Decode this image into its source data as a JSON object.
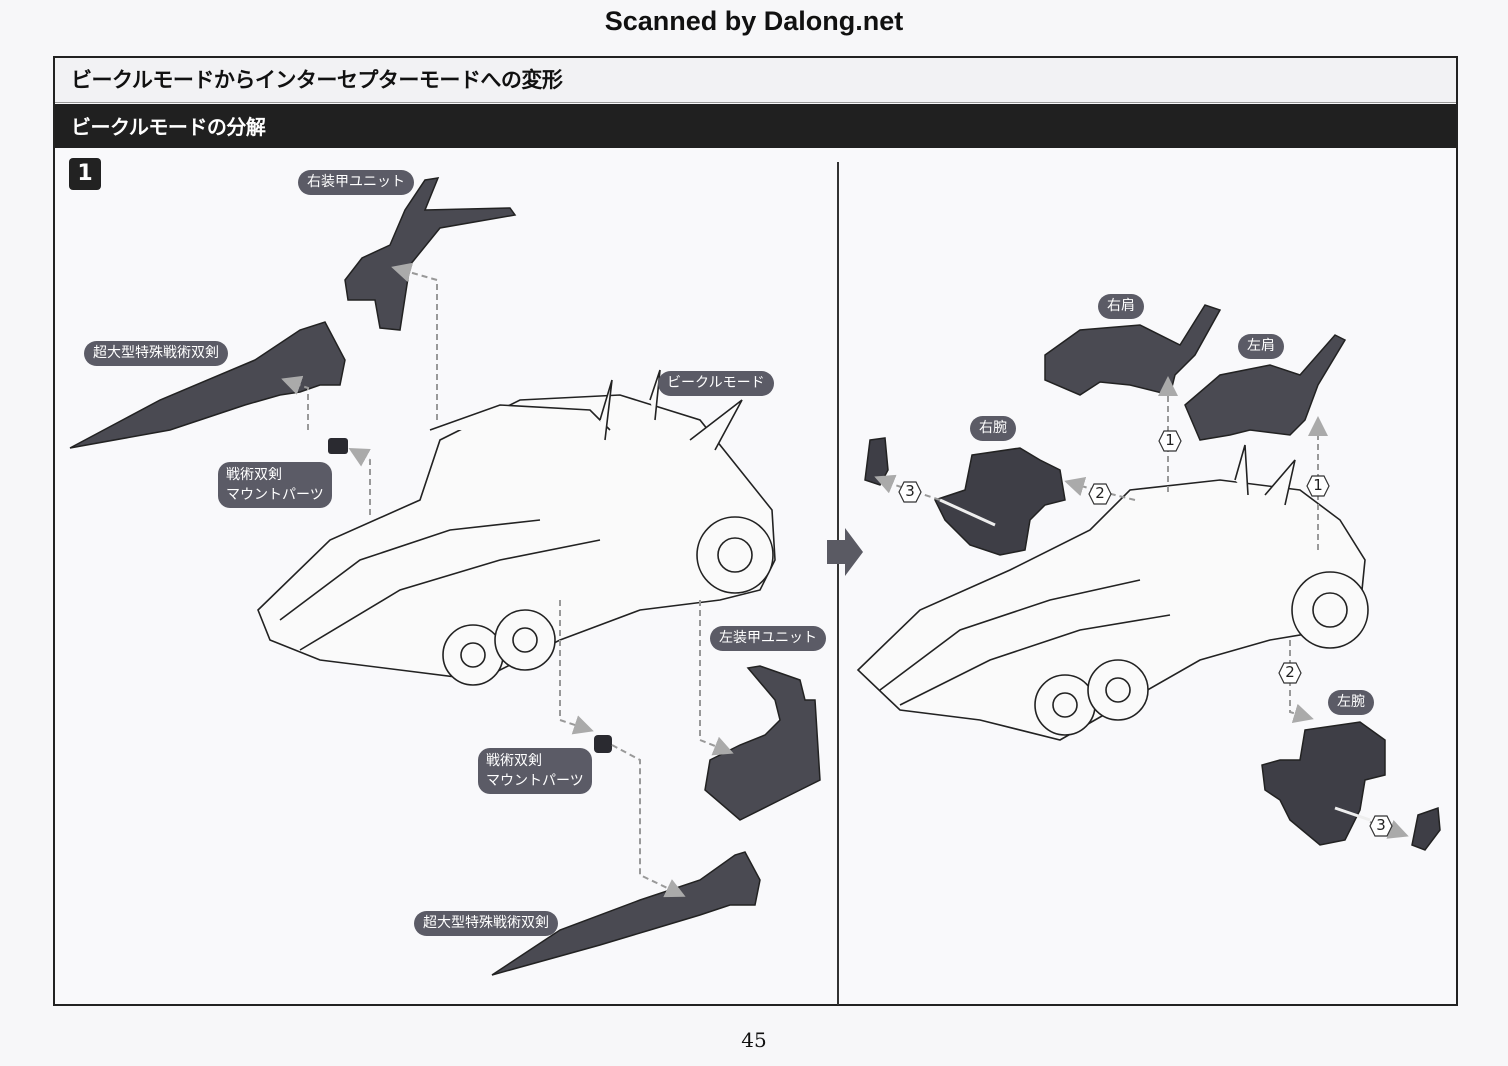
{
  "watermark": "Scanned by Dalong.net",
  "page_title": "ビークルモードからインターセプターモードへの変形",
  "section_title": "ビークルモードの分解",
  "step_number": "1",
  "left_panel": {
    "labels": {
      "right_armor_unit": "右装甲ユニット",
      "giant_sword_top": "超大型特殊戦術双剣",
      "mount_parts_top_line1": "戦術双剣",
      "mount_parts_top_line2": "マウントパーツ",
      "vehicle_mode": "ビークルモード",
      "left_armor_unit": "左装甲ユニット",
      "mount_parts_bottom_line1": "戦術双剣",
      "mount_parts_bottom_line2": "マウントパーツ",
      "giant_sword_bottom": "超大型特殊戦術双剣"
    }
  },
  "right_panel": {
    "labels": {
      "right_shoulder": "右肩",
      "left_shoulder": "左肩",
      "right_arm": "右腕",
      "left_arm": "左腕"
    },
    "step_markers": [
      "1",
      "1",
      "2",
      "3",
      "2",
      "3"
    ]
  },
  "page_number": "45",
  "colors": {
    "label_bg": "#5b5b66",
    "part_fill": "#4a4a52",
    "section_bar": "#202020"
  }
}
